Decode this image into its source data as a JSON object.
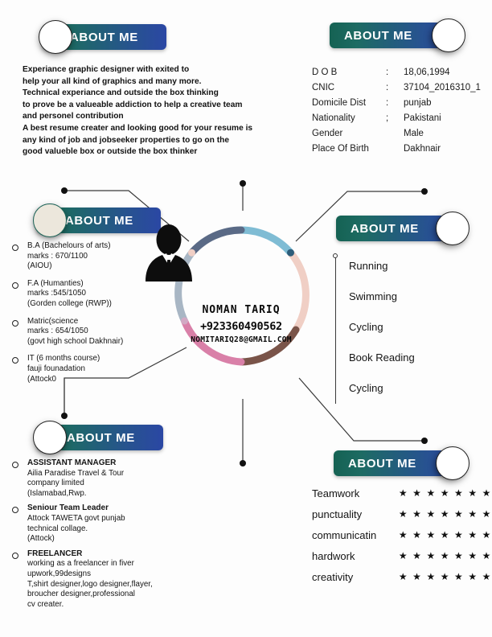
{
  "meta": {
    "accent_green": "#156253",
    "accent_blue": "#2b47a4",
    "cream": "#ece7dc",
    "background": "#fdfdfd"
  },
  "banners": {
    "about": "ABOUT ME",
    "personal": "ABOUT ME",
    "education": "ABOUT ME",
    "hobbies": "ABOUT ME",
    "experience": "ABOUT ME",
    "skills": "ABOUT ME"
  },
  "about": {
    "lines": [
      "Experiance graphic designer with exited to",
      "help your all kind of graphics and many more.",
      "Technical experiance and outside the box thinking",
      "to prove be a valueable addiction to help a creative team",
      "and personel contribution",
      "A best resume creater and looking good for your resume is",
      "any kind of job and jobseeker properties to go on the",
      "good valueble box or outside the box thinker"
    ]
  },
  "personal": {
    "rows": [
      {
        "label": "D O B",
        "sep": ":",
        "value": "18,06,1994"
      },
      {
        "label": "CNIC",
        "sep": ":",
        "value": "37104_2016310_1"
      },
      {
        "label": "Domicile Dist",
        "sep": ":",
        "value": "punjab"
      },
      {
        "label": "Nationality",
        "sep": ";",
        "value": "Pakistani"
      },
      {
        "label": "Gender",
        "sep": "",
        "value": "Male"
      },
      {
        "label": "Place Of Birth",
        "sep": "",
        "value": "Dakhnair"
      }
    ]
  },
  "education": {
    "items": [
      {
        "l1": "B.A (Bachelours of arts)",
        "l2": "marks : 670/1100",
        "l3": "(AIOU)"
      },
      {
        "l1": "F.A (Humanties)",
        "l2": "marks :545/1050",
        "l3": "(Gorden college (RWP))"
      },
      {
        "l1": "Matric(science",
        "l2": "marks : 654/1050",
        "l3": "(govt high school Dakhnair)"
      },
      {
        "l1": "IT (6 months course)",
        "l2": "fauji founadation",
        "l3": "(Attock0"
      }
    ]
  },
  "experience": {
    "items": [
      {
        "title": "ASSISTANT MANAGER",
        "lines": [
          "Ailia Paradise Travel & Tour",
          "company limited",
          "(Islamabad,Rwp."
        ]
      },
      {
        "title": "Seniour Team Leader",
        "lines": [
          "Attock TAWETA govt punjab",
          "technical collage.",
          "(Attock)"
        ]
      },
      {
        "title": "FREELANCER",
        "lines": [
          "working as a freelancer in fiver",
          "upwork,99designs",
          "T,shirt designer,logo designer,flayer,",
          "broucher designer,professional",
          "cv creater."
        ]
      }
    ]
  },
  "hobbies": {
    "items": [
      "Running",
      "Swimming",
      "Cycling",
      "Book Reading",
      "Cycling"
    ]
  },
  "skills": {
    "items": [
      {
        "name": "Teamwork",
        "stars": "★ ★ ★ ★ ★ ★ ★",
        "rating": 7,
        "max": 7
      },
      {
        "name": "punctuality",
        "stars": "★ ★ ★ ★ ★ ★ ★",
        "rating": 7,
        "max": 7
      },
      {
        "name": "communicatin",
        "stars": "★ ★ ★ ★ ★ ★ ★",
        "rating": 7,
        "max": 7
      },
      {
        "name": "hardwork",
        "stars": "★ ★ ★ ★ ★ ★ ★",
        "rating": 7,
        "max": 7
      },
      {
        "name": "creativity",
        "stars": "★ ★ ★ ★ ★ ★ ★",
        "rating": 7,
        "max": 7
      }
    ]
  },
  "profile": {
    "name": "NOMAN  TARIQ",
    "phone": "+923360490562",
    "email": "Nomitariq28@gmail.com",
    "ring_colors": [
      "#5a6a86",
      "#7fbcd4",
      "#f0cfc5",
      "#7a5449",
      "#d980a8",
      "#a8b6c4"
    ]
  }
}
